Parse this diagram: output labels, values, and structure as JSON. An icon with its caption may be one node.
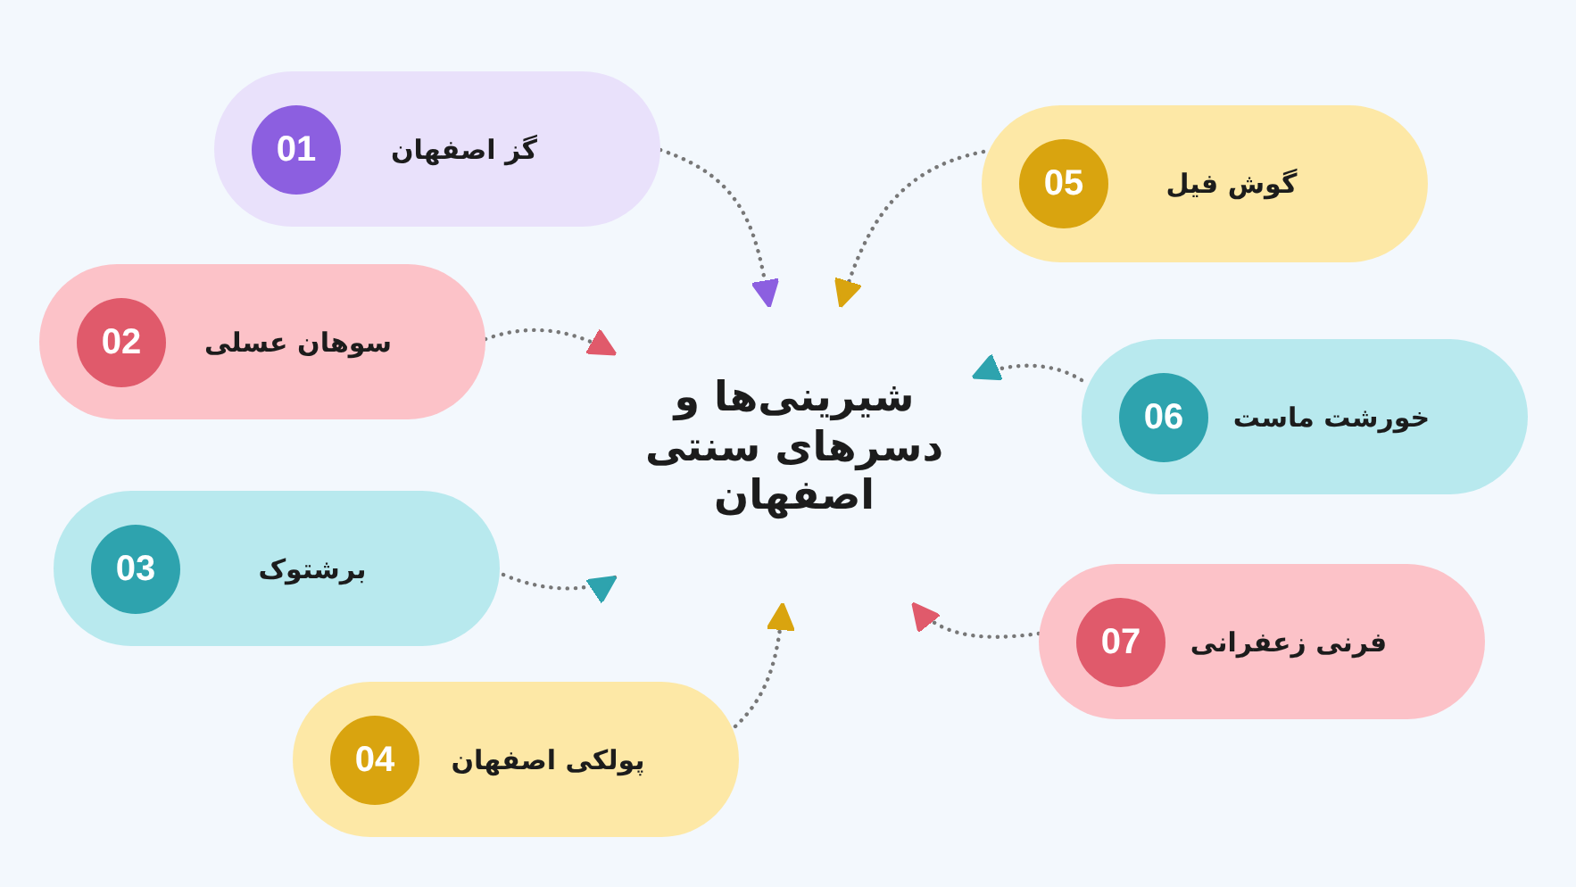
{
  "diagram": {
    "nodes": [
      {
        "text": [
          "شیرینی‌ها و دسرهای سنتی اصفهان"
        ]
      },
      {
        "text": [
          "گز اصفهان",
          "01"
        ]
      },
      {
        "text": [
          "سوهان عسلی",
          "02"
        ]
      },
      {
        "text": [
          "برشتوک",
          "03"
        ]
      },
      {
        "text": [
          "پولکی اصفهان",
          "04"
        ]
      },
      {
        "text": [
          "گوش فیل",
          "05"
        ]
      },
      {
        "text": [
          "خورشت ماست",
          "06"
        ]
      },
      {
        "text": [
          "فرنی زعفرانی",
          "07"
        ]
      }
    ],
    "edges": [
      {
        "from": 1,
        "to": 0,
        "arrow": "to"
      },
      {
        "from": 2,
        "to": 0,
        "arrow": "to"
      },
      {
        "from": 3,
        "to": 0,
        "arrow": "to"
      },
      {
        "from": 4,
        "to": 0,
        "arrow": "to"
      },
      {
        "from": 5,
        "to": 0,
        "arrow": "to"
      },
      {
        "from": 6,
        "to": 0,
        "arrow": "to"
      },
      {
        "from": 7,
        "to": 0,
        "arrow": "to"
      }
    ]
  }
}
